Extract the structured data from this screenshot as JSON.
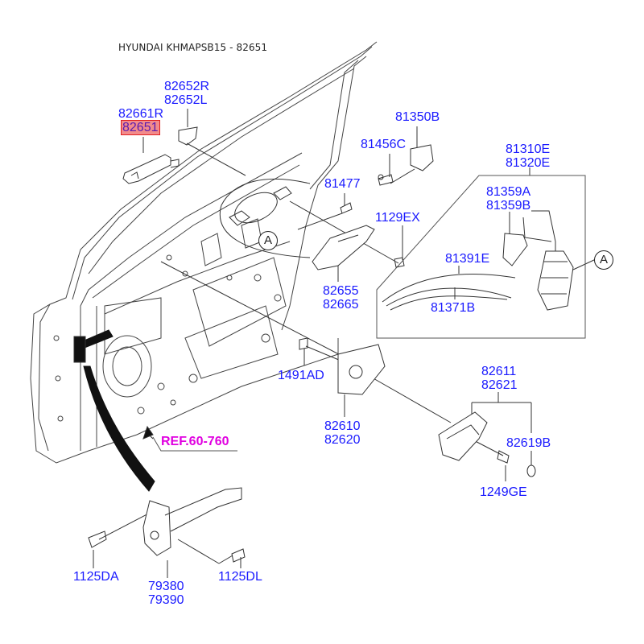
{
  "title": "HYUNDAI KHMAPSB15 - 82651",
  "highlight_color": "#f28b8b",
  "label_color": "#1a1aff",
  "ref_color": "#e000e0",
  "parts": {
    "p82652": [
      "82652R",
      "82652L"
    ],
    "p82661": [
      "82661R"
    ],
    "p82651": [
      "82651"
    ],
    "p81350": [
      "81350B"
    ],
    "p81456": [
      "81456C"
    ],
    "p81477": [
      "81477"
    ],
    "p1129": [
      "1129EX"
    ],
    "p81310": [
      "81310E",
      "81320E"
    ],
    "p81359": [
      "81359A",
      "81359B"
    ],
    "p81391": [
      "81391E"
    ],
    "p81371": [
      "81371B"
    ],
    "p82655": [
      "82655",
      "82665"
    ],
    "p1491": [
      "1491AD"
    ],
    "p82610": [
      "82610",
      "82620"
    ],
    "p82611": [
      "82611",
      "82621"
    ],
    "p82619": [
      "82619B"
    ],
    "p1249": [
      "1249GE"
    ],
    "p1125da": [
      "1125DA"
    ],
    "p79380": [
      "79380",
      "79390"
    ],
    "p1125dl": [
      "1125DL"
    ]
  },
  "ref_label": "REF.60-760",
  "callouts": {
    "a1": "A",
    "a2": "A"
  },
  "selected_part": "82651"
}
